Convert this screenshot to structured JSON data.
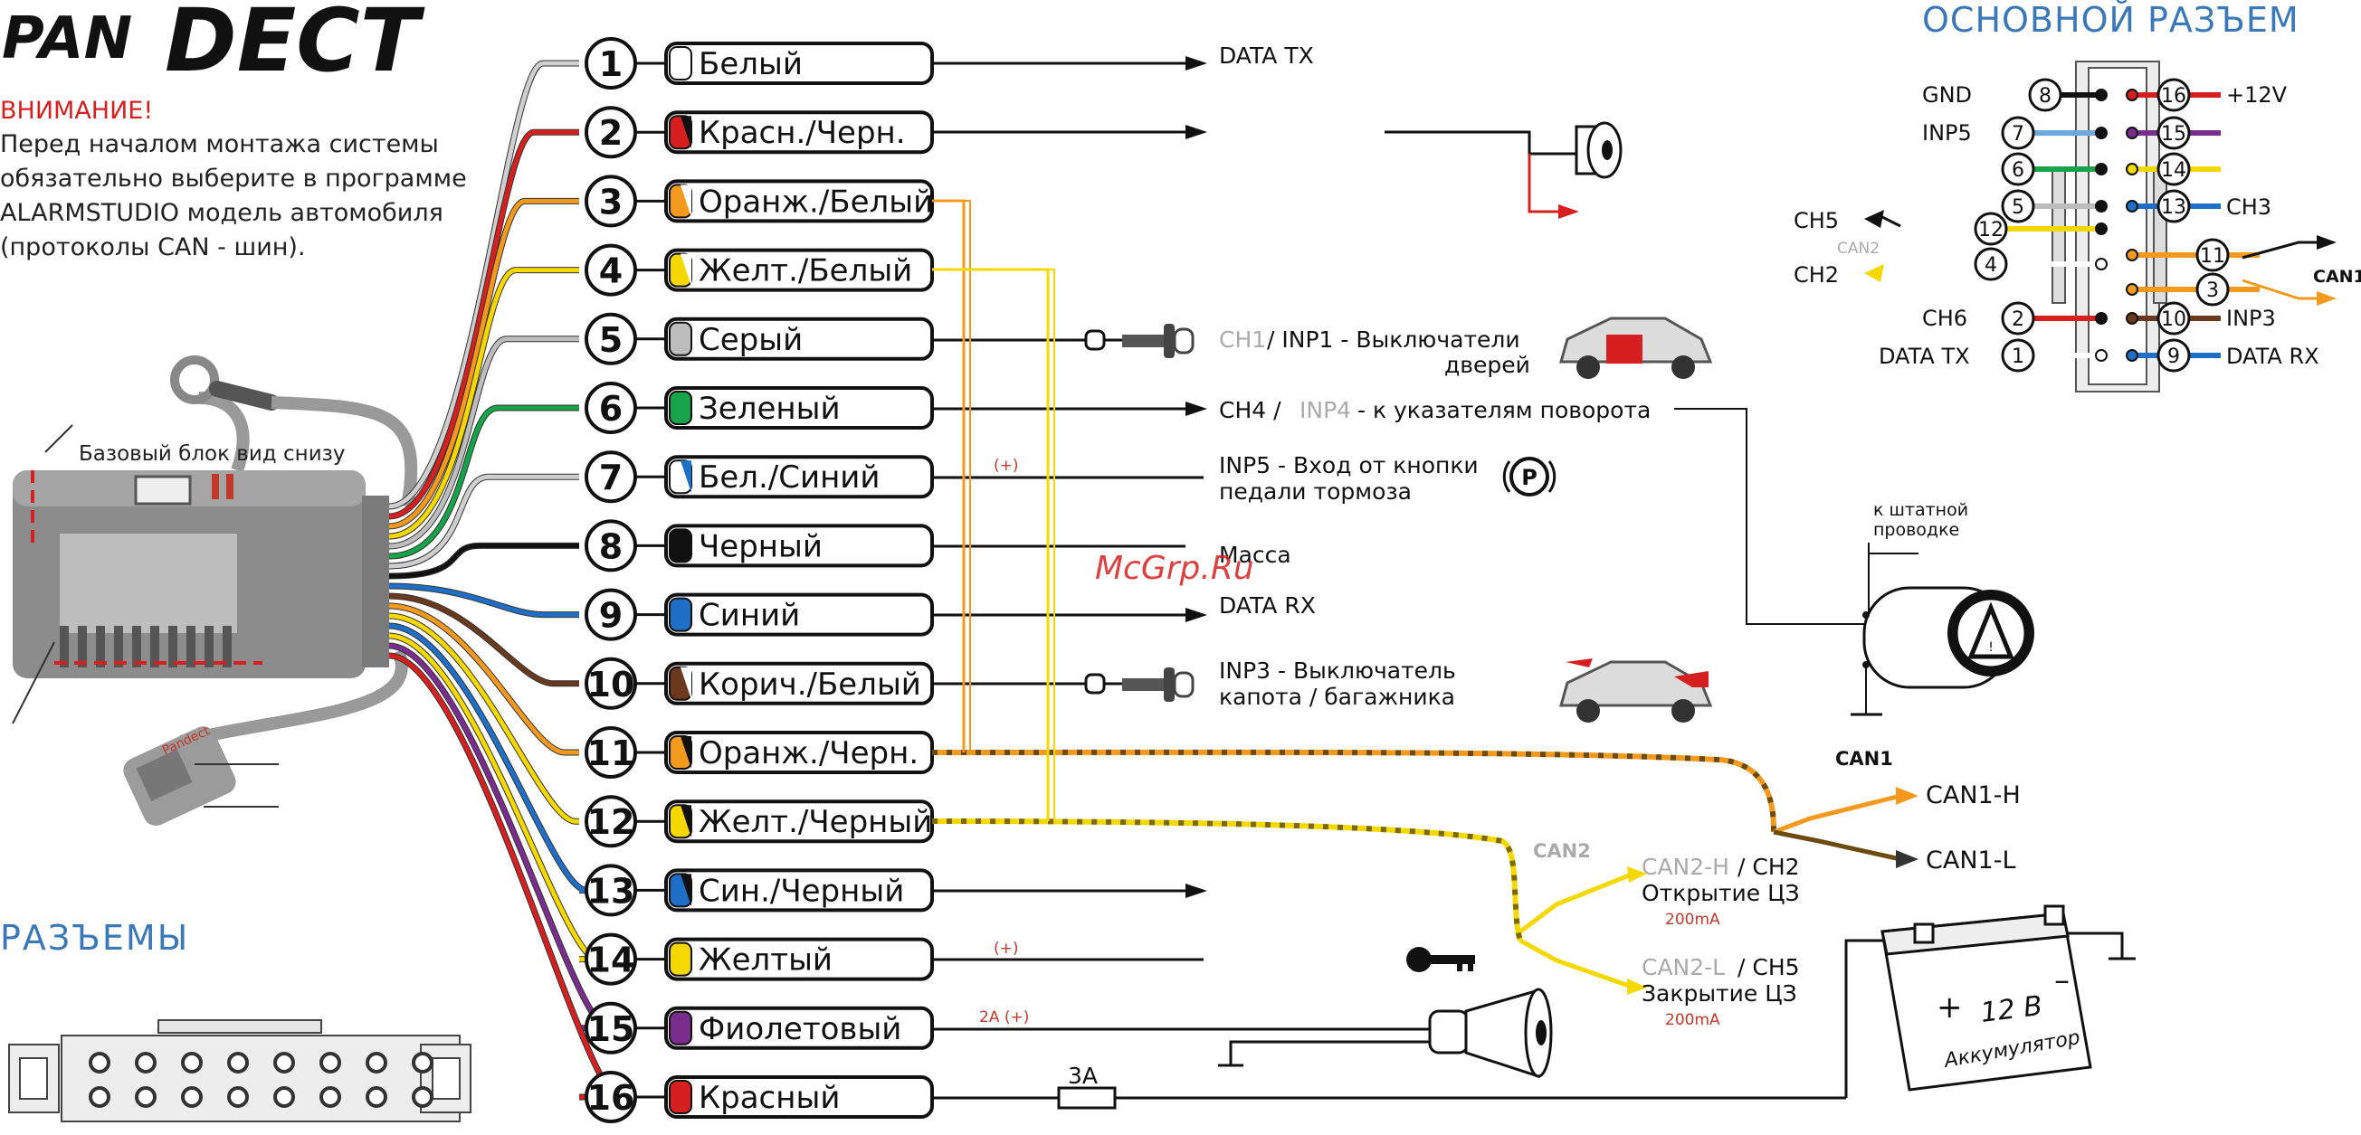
{
  "brand": {
    "logo_part1": "PAN",
    "logo_part2": "DECT"
  },
  "warning": {
    "title": "ВНИМАНИЕ!",
    "lines": [
      "Перед началом монтажа системы",
      "обязательно выберите в программе",
      "ALARMSTUDIO модель автомобиля",
      "(протоколы CAN - шин)."
    ]
  },
  "base_unit_label": "Базовый блок вид снизу",
  "connectors_title": "РАЗЪЕМЫ",
  "main_connector": {
    "title": "ОСНОВНОЙ РАЗЪЕМ",
    "left_labels": [
      "GND",
      "INP5",
      "CH5",
      "CAN2",
      "CH2",
      "CH6",
      "DATA TX"
    ],
    "right_labels": [
      "+12V",
      "CH3",
      "CAN1",
      "INP3",
      "DATA RX"
    ],
    "left_pins": [
      "8",
      "7",
      "6",
      "5",
      "12",
      "4",
      "2",
      "1"
    ],
    "right_pins": [
      "16",
      "15",
      "14",
      "13",
      "11",
      "3",
      "10",
      "9"
    ]
  },
  "wires": [
    {
      "num": "1",
      "name": "Белый",
      "color": "#ffffff",
      "stripe": ""
    },
    {
      "num": "2",
      "name": "Красн./Черн.",
      "color": "#d62020",
      "stripe": "#111111"
    },
    {
      "num": "3",
      "name": "Оранж./Белый",
      "color": "#f39a1e",
      "stripe": "#ffffff"
    },
    {
      "num": "4",
      "name": "Желт./Белый",
      "color": "#f4d800",
      "stripe": "#ffffff"
    },
    {
      "num": "5",
      "name": "Серый",
      "color": "#bdbdbd",
      "stripe": ""
    },
    {
      "num": "6",
      "name": "Зеленый",
      "color": "#17a34a",
      "stripe": ""
    },
    {
      "num": "7",
      "name": "Бел./Синий",
      "color": "#ffffff",
      "stripe": "#1f6fc6"
    },
    {
      "num": "8",
      "name": "Черный",
      "color": "#111111",
      "stripe": ""
    },
    {
      "num": "9",
      "name": "Синий",
      "color": "#1f6fc6",
      "stripe": ""
    },
    {
      "num": "10",
      "name": "Корич./Белый",
      "color": "#6b3a1e",
      "stripe": "#ffffff"
    },
    {
      "num": "11",
      "name": "Оранж./Черн.",
      "color": "#f39a1e",
      "stripe": "#111111"
    },
    {
      "num": "12",
      "name": "Желт./Черный",
      "color": "#f4d800",
      "stripe": "#111111"
    },
    {
      "num": "13",
      "name": "Син./Черный",
      "color": "#1f6fc6",
      "stripe": "#111111"
    },
    {
      "num": "14",
      "name": "Желтый",
      "color": "#f4d800",
      "stripe": ""
    },
    {
      "num": "15",
      "name": "Фиолетовый",
      "color": "#7b2d8e",
      "stripe": ""
    },
    {
      "num": "16",
      "name": "Красный",
      "color": "#d62020",
      "stripe": ""
    }
  ],
  "labels": {
    "data_tx": "DATA TX",
    "ch1_gray": "CH1",
    "inp1": "/ INP1 - Выключатели",
    "doors": "дверей",
    "ch4": "CH4  /",
    "inp4_gray": "INP4",
    "turn_signals": "- к указателям поворота",
    "inp5_line1": "INP5 - Вход от кнопки",
    "inp5_line2": "педали тормоза",
    "plus_marker": "(+)",
    "ground": "Масса",
    "watermark": "McGrp.Ru",
    "data_rx": "DATA RX",
    "inp3_line1": "INP3 - Выключатель",
    "inp3_line2": "капота / багажника",
    "to_wiring_line1": "к штатной",
    "to_wiring_line2": "проводке",
    "can1": "CAN1",
    "can1_h": "CAN1-H",
    "can1_l": "CAN1-L",
    "can2": "CAN2",
    "can2_h_gray": "CAN2-H",
    "ch2": "/ CH2",
    "unlock": "Открытие ЦЗ",
    "unlock_ma": "200mA",
    "can2_l_gray": "CAN2-L",
    "ch5": "/ CH5",
    "lock": "Закрытие ЦЗ",
    "lock_ma": "200mA",
    "horn_current": "2A (+)",
    "fuse": "3A",
    "battery_voltage": "12 В",
    "battery_plus": "+",
    "battery_minus": "–",
    "battery_name": "Аккумулятор",
    "brake_icon": "P",
    "hazard_icon": "!",
    "unit_brand": "Pandect"
  },
  "colors": {
    "accent_blue": "#3b78b8",
    "warning_red": "#d62020"
  }
}
